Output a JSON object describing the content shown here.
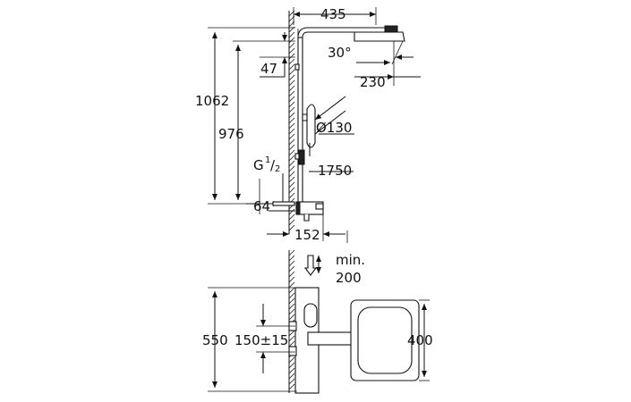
{
  "labels": {
    "arm_length": "435",
    "tilt_angle": "30°",
    "head_width": "230",
    "upper_offset": "47",
    "total_height": "1062",
    "rail_height": "976",
    "handshower_diameter": "Ø130",
    "hose_length": "1750",
    "thread_prefix": "G",
    "thread_num": "1",
    "thread_den": "2",
    "inlet_offset": "64",
    "shelf_depth": "152",
    "clearance_label": "min.",
    "clearance_value": "200",
    "bottom_height": "550",
    "center_distance": "150±15",
    "head_square": "400"
  },
  "colors": {
    "line": "#111111",
    "background": "#ffffff",
    "fill_dark": "#222222",
    "fill_grey": "#9a9a9a"
  }
}
